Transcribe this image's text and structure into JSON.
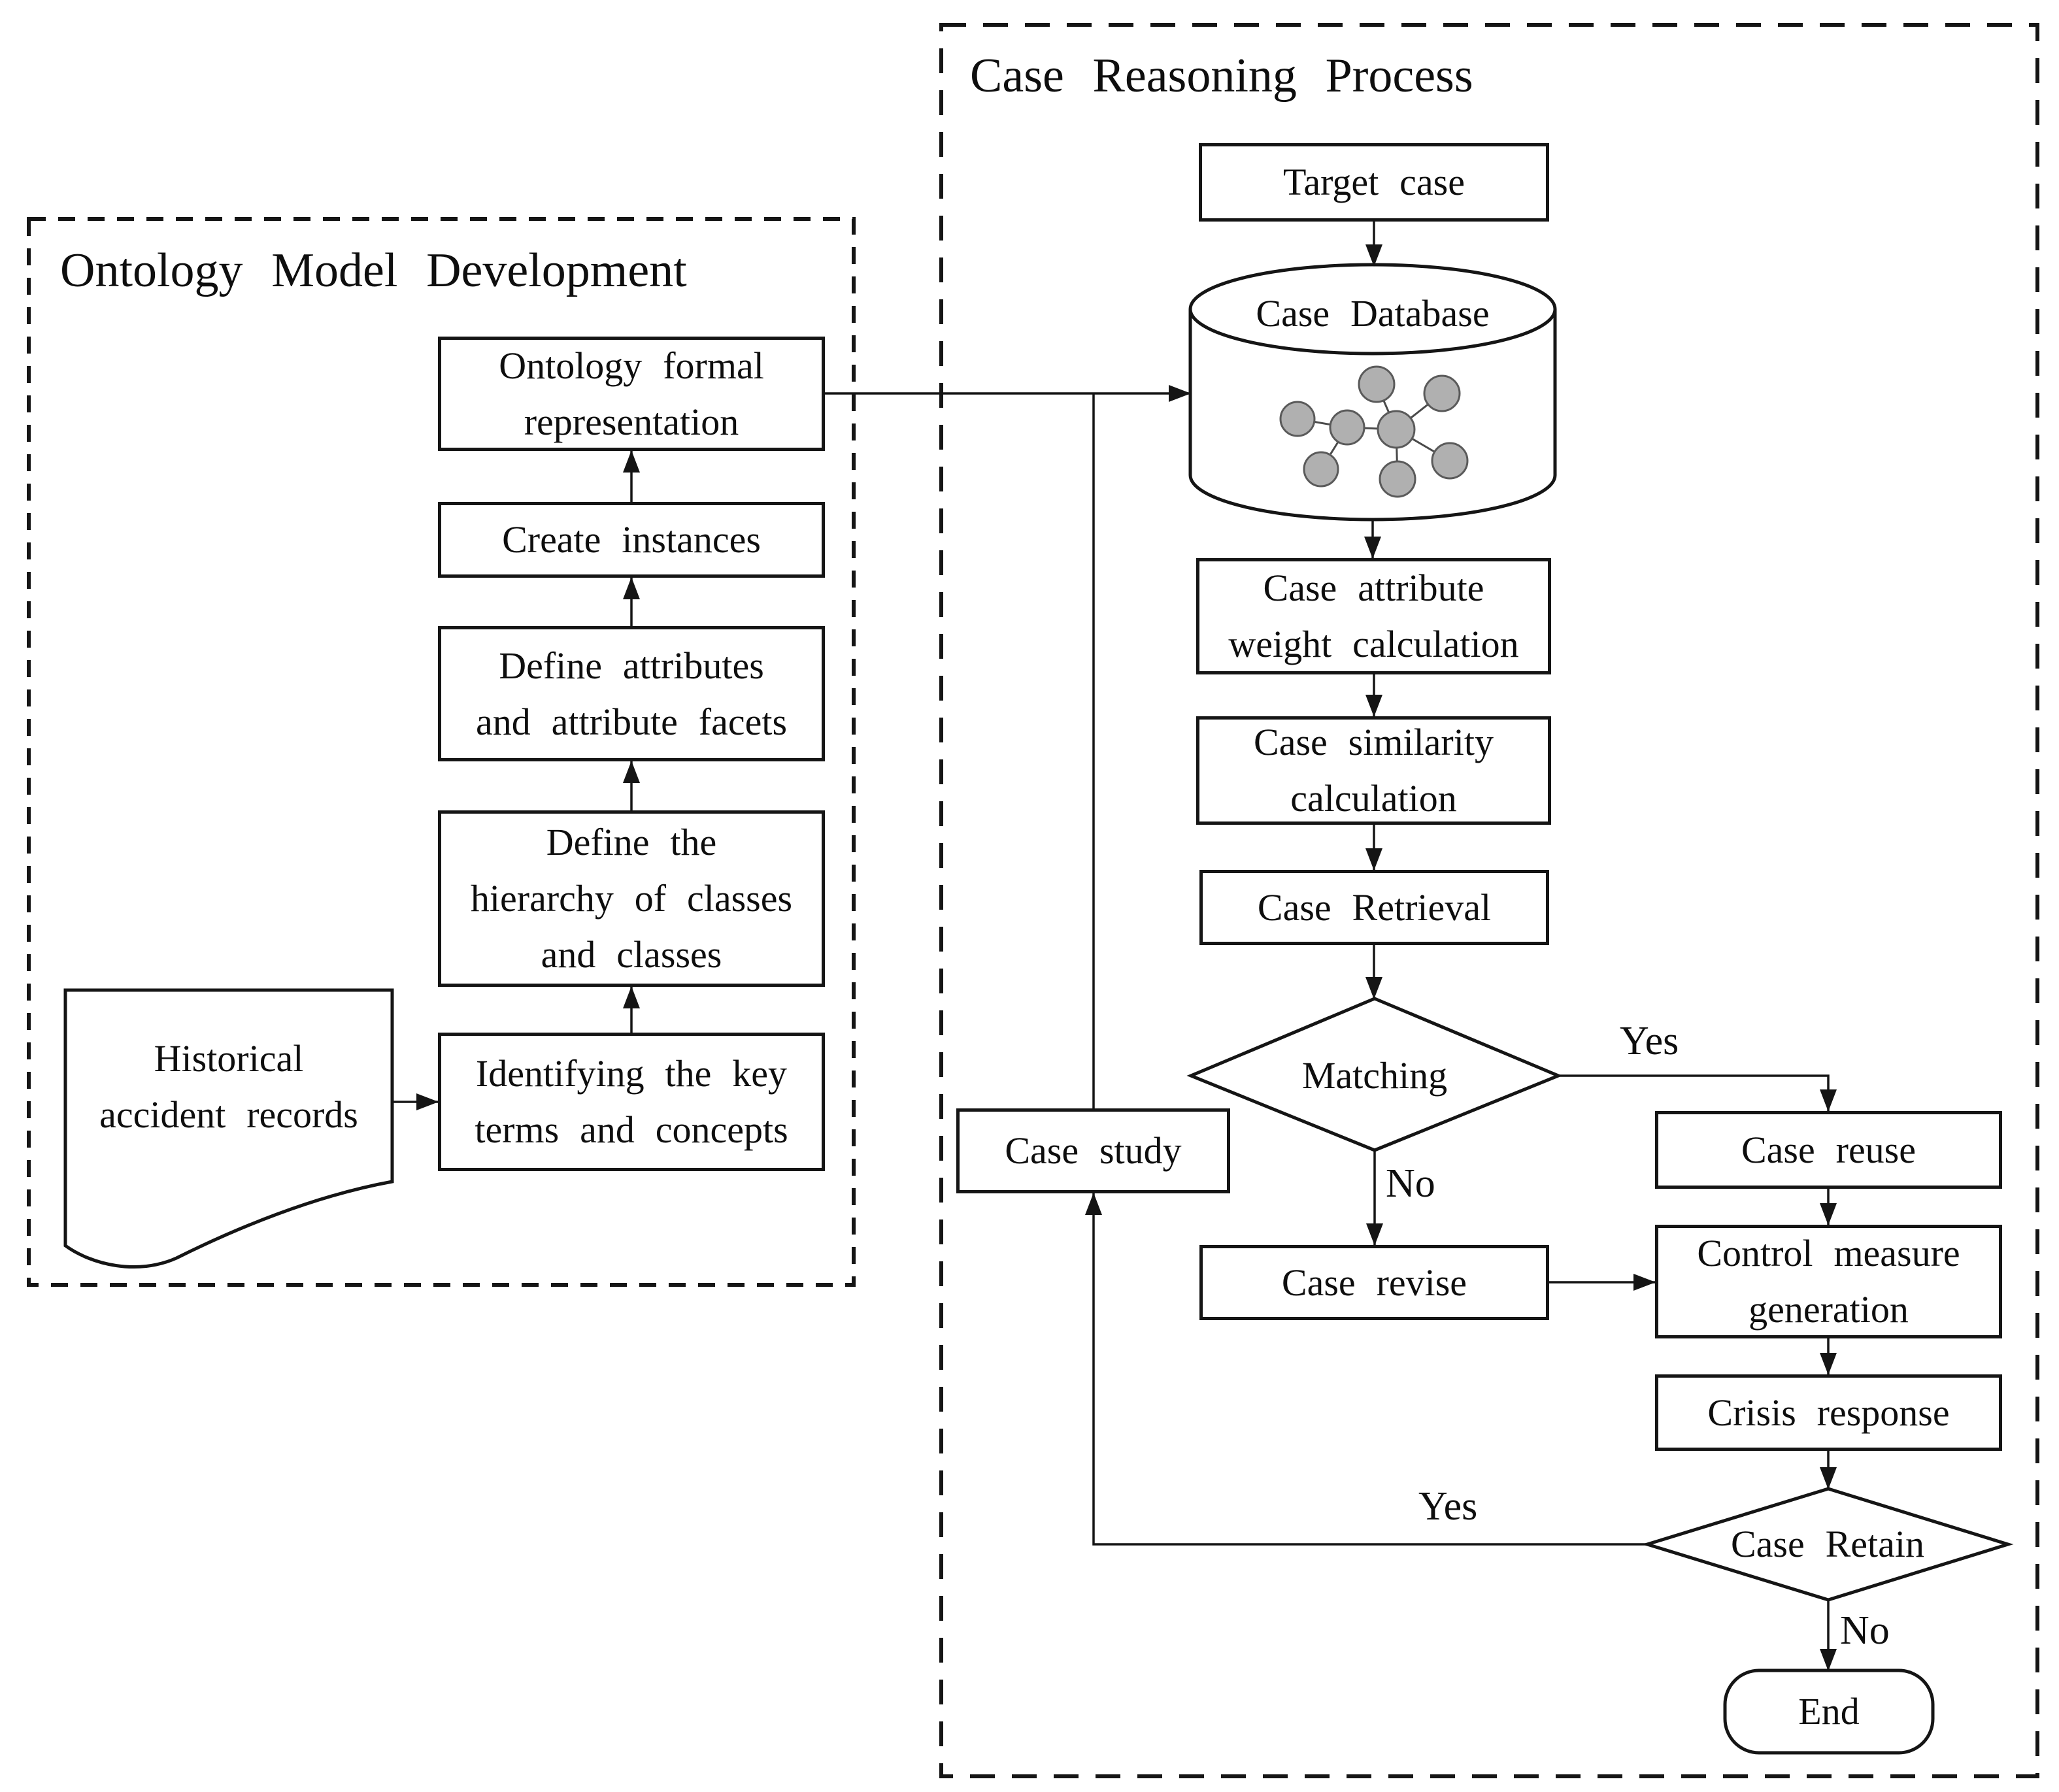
{
  "ontology_section": {
    "title": "Ontology Model Development",
    "nodes": {
      "historical_records": "Historical\naccident records",
      "identifying_terms": "Identifying the key\nterms and concepts",
      "define_hierarchy": "Define the\nhierarchy of classes\nand classes",
      "define_attributes": "Define attributes\nand attribute facets",
      "create_instances": "Create instances",
      "formal_representation": "Ontology formal\nrepresentation"
    }
  },
  "reasoning_section": {
    "title": "Case Reasoning Process",
    "nodes": {
      "target_case": "Target case",
      "case_database": "Case Database",
      "attribute_weight": "Case attribute\nweight calculation",
      "similarity_calculation": "Case similarity\ncalculation",
      "case_retrieval": "Case Retrieval",
      "matching": "Matching",
      "case_study": "Case study",
      "case_reuse": "Case reuse",
      "case_revise": "Case revise",
      "control_measure": "Control measure\ngeneration",
      "crisis_response": "Crisis response",
      "case_retain": "Case Retain",
      "end": "End"
    },
    "branch_labels": {
      "matching_yes": "Yes",
      "matching_no": "No",
      "retain_yes": "Yes",
      "retain_no": "No"
    }
  },
  "icons": {
    "case_database_icon": "network-graph-icon"
  },
  "colors": {
    "background": "#ffffff",
    "line": "#151515",
    "shape_fill": "#ffffff",
    "network_node_fill": "#b0b0b0",
    "network_node_stroke": "#5a5a5a"
  }
}
